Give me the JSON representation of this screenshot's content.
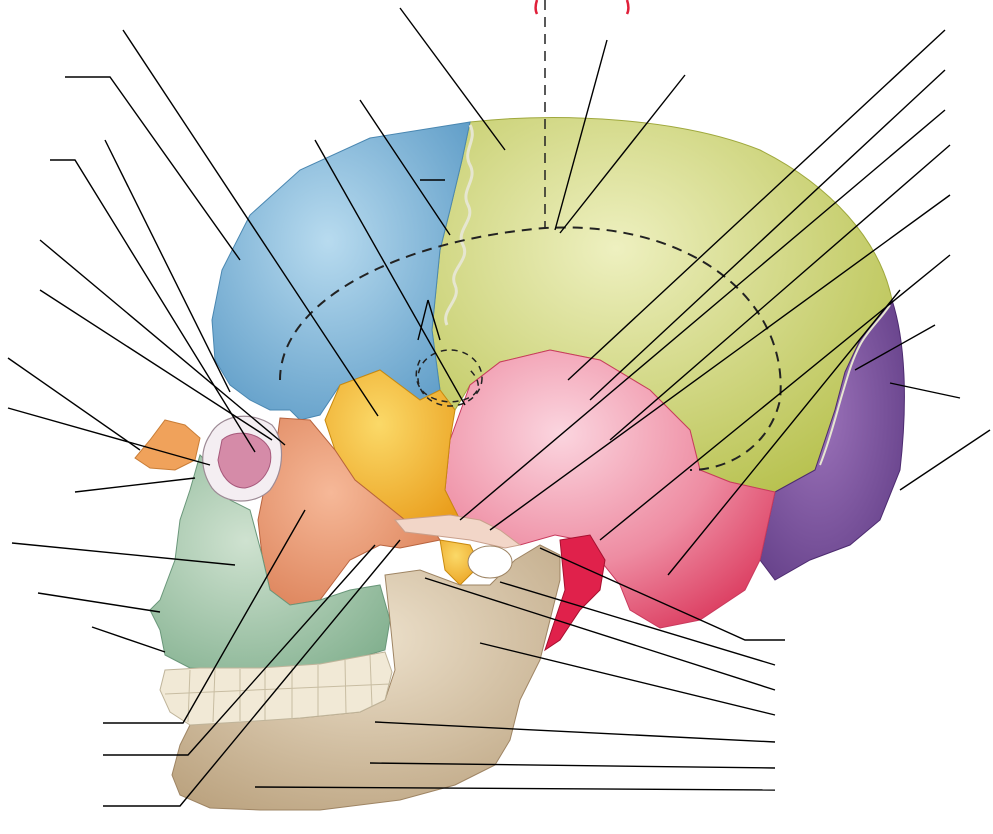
{
  "figure": {
    "kind": "unlabeled lateral view of skull with leader lines",
    "bones": [
      {
        "name": "frontal-bone",
        "color": "#7FB6D9"
      },
      {
        "name": "parietal-bone",
        "color": "#C7CF6A"
      },
      {
        "name": "occipital-bone",
        "color": "#7B4E9C"
      },
      {
        "name": "temporal-bone",
        "color": "#E9728A"
      },
      {
        "name": "sphenoid-bone",
        "color": "#F2B732"
      },
      {
        "name": "zygomatic-bone",
        "color": "#E59067"
      },
      {
        "name": "nasal-bone",
        "color": "#F0A25B"
      },
      {
        "name": "lacrimal-bone",
        "color": "#D58BA8"
      },
      {
        "name": "maxilla",
        "color": "#9DC3A6"
      },
      {
        "name": "mandible",
        "color": "#D8C6A9"
      },
      {
        "name": "teeth",
        "color": "#F1E9D6"
      },
      {
        "name": "styloid-process",
        "color": "#E0214B"
      }
    ],
    "accent_color": "#E0203A",
    "line_color": "#000000"
  }
}
